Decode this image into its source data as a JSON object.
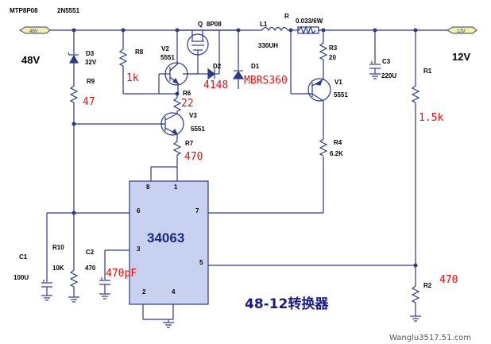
{
  "header": {
    "mosfet_part": "MTP8P08",
    "transistor_part": "2N5551"
  },
  "rails": {
    "input_voltage": "48V",
    "output_voltage": "12V",
    "input_port_tag": "48V",
    "output_port_tag": "12V"
  },
  "components": {
    "D3": {
      "ref": "D3",
      "value": "32V"
    },
    "R9": {
      "ref": "R9",
      "value": "47"
    },
    "R8": {
      "ref": "R8",
      "value": "1k"
    },
    "V2": {
      "ref": "V2",
      "value": "5551"
    },
    "Q": {
      "ref": "Q",
      "value": "8P08"
    },
    "D2": {
      "ref": "D2",
      "value": "4148"
    },
    "R6": {
      "ref": "R6",
      "value": "22"
    },
    "V3": {
      "ref": "V3",
      "value": "5551"
    },
    "R7": {
      "ref": "R7",
      "value": "470"
    },
    "L1": {
      "ref": "L1",
      "value": "330UH"
    },
    "D1": {
      "ref": "D1",
      "value": "MBRS360"
    },
    "R": {
      "ref": "R",
      "value": "0.033/6W"
    },
    "R3": {
      "ref": "R3",
      "value": "20"
    },
    "V1": {
      "ref": "V1",
      "value": "5551"
    },
    "R4": {
      "ref": "R4",
      "value": "6.2K"
    },
    "C3": {
      "ref": "C3",
      "value": "220U"
    },
    "R1": {
      "ref": "R1",
      "value": "1.5k"
    },
    "R2": {
      "ref": "R2",
      "value": "470"
    },
    "C1": {
      "ref": "C1",
      "value": "100U"
    },
    "R10": {
      "ref": "R10",
      "value": "10K"
    },
    "C2": {
      "ref": "C2",
      "value_small": "470",
      "value": "470pF"
    }
  },
  "ic": {
    "label": "34063",
    "pins": [
      "8",
      "1",
      "6",
      "7",
      "3",
      "5",
      "2",
      "4"
    ]
  },
  "title": "48-12转换器",
  "watermark": "Wanglu3517.51.com",
  "colors": {
    "wire": "#2a3a8a",
    "value_text": "#e01010",
    "chip_fill": "#c8d2f0",
    "title_text": "#1a1a8a"
  }
}
